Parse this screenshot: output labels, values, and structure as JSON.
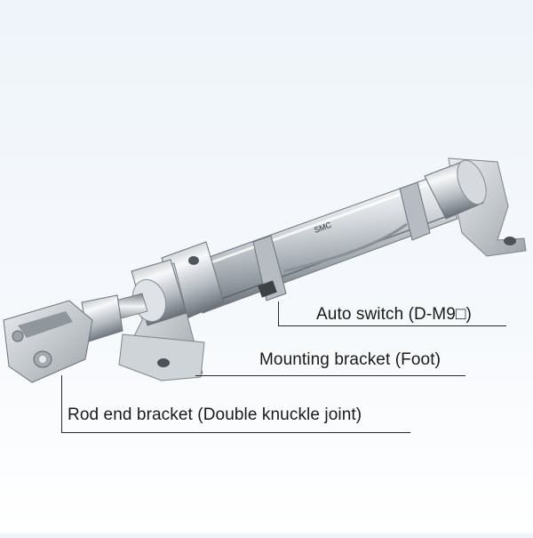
{
  "callouts": {
    "auto_switch": "Auto switch (D-M9□)",
    "mounting_bracket": "Mounting bracket (Foot)",
    "rod_end_bracket": "Rod end bracket (Double knuckle joint)"
  },
  "product_marking": "SMC",
  "colors": {
    "leader_line": "#2a2a2a",
    "background_top": "#eef4fa",
    "metal": "#c9ced4"
  },
  "icons": [
    "air-cylinder-illustration",
    "foot-bracket-icon",
    "clevis-knuckle-icon",
    "auto-switch-icon"
  ]
}
